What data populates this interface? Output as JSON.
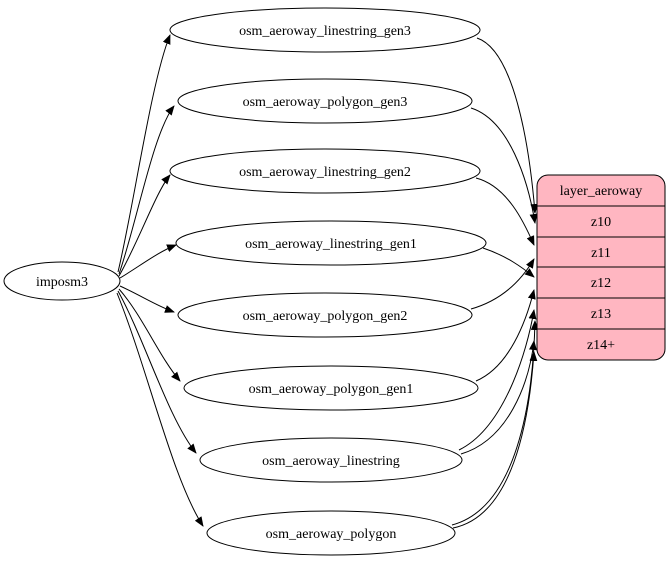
{
  "diagram": {
    "source_node": {
      "label": "imposm3"
    },
    "table_nodes": [
      {
        "label": "osm_aeroway_linestring_gen3"
      },
      {
        "label": "osm_aeroway_polygon_gen3"
      },
      {
        "label": "osm_aeroway_linestring_gen2"
      },
      {
        "label": "osm_aeroway_linestring_gen1"
      },
      {
        "label": "osm_aeroway_polygon_gen2"
      },
      {
        "label": "osm_aeroway_polygon_gen1"
      },
      {
        "label": "osm_aeroway_linestring"
      },
      {
        "label": "osm_aeroway_polygon"
      }
    ],
    "layer_node": {
      "title": "layer_aeroway",
      "rows": [
        "z10",
        "z11",
        "z12",
        "z13",
        "z14+"
      ]
    },
    "colors": {
      "layer_fill": "#ffb6c1",
      "node_fill": "#ffffff",
      "stroke": "#000000"
    },
    "edges": [
      {
        "from": "imposm3",
        "to": "osm_aeroway_linestring_gen3"
      },
      {
        "from": "imposm3",
        "to": "osm_aeroway_polygon_gen3"
      },
      {
        "from": "imposm3",
        "to": "osm_aeroway_linestring_gen2"
      },
      {
        "from": "imposm3",
        "to": "osm_aeroway_linestring_gen1"
      },
      {
        "from": "imposm3",
        "to": "osm_aeroway_polygon_gen2"
      },
      {
        "from": "imposm3",
        "to": "osm_aeroway_polygon_gen1"
      },
      {
        "from": "imposm3",
        "to": "osm_aeroway_linestring"
      },
      {
        "from": "imposm3",
        "to": "osm_aeroway_polygon"
      },
      {
        "from": "osm_aeroway_linestring_gen3",
        "to": "layer_aeroway:z10"
      },
      {
        "from": "osm_aeroway_polygon_gen3",
        "to": "layer_aeroway:z10"
      },
      {
        "from": "osm_aeroway_linestring_gen2",
        "to": "layer_aeroway:z11"
      },
      {
        "from": "osm_aeroway_polygon_gen2",
        "to": "layer_aeroway:z11"
      },
      {
        "from": "osm_aeroway_linestring_gen1",
        "to": "layer_aeroway:z12"
      },
      {
        "from": "osm_aeroway_polygon_gen1",
        "to": "layer_aeroway:z12"
      },
      {
        "from": "osm_aeroway_linestring",
        "to": "layer_aeroway:z13"
      },
      {
        "from": "osm_aeroway_linestring",
        "to": "layer_aeroway:z14+"
      },
      {
        "from": "osm_aeroway_polygon",
        "to": "layer_aeroway:z13"
      },
      {
        "from": "osm_aeroway_polygon",
        "to": "layer_aeroway:z14+"
      }
    ]
  }
}
